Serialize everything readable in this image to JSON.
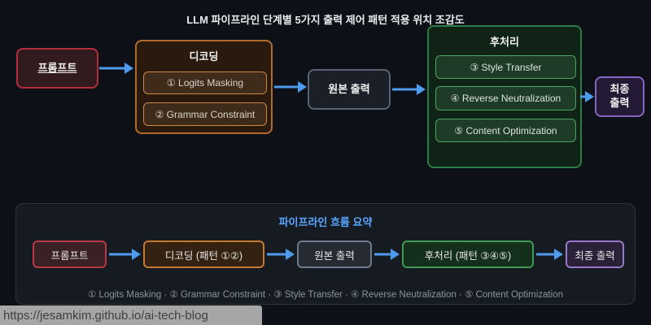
{
  "title": "LLM 파이프라인 단계별 5가지 출력 제어 패턴 적용 위치 조감도",
  "diagram": {
    "prompt": {
      "label": "프롬프트"
    },
    "decoding": {
      "title": "디코딩",
      "items": [
        {
          "label": "① Logits Masking"
        },
        {
          "label": "② Grammar Constraint"
        }
      ]
    },
    "raw_output": {
      "label": "원본 출력"
    },
    "postprocess": {
      "title": "후처리",
      "items": [
        {
          "label": "③ Style Transfer"
        },
        {
          "label": "④ Reverse Neutralization"
        },
        {
          "label": "⑤ Content Optimization"
        }
      ]
    },
    "final_output": {
      "line1": "최종",
      "line2": "출력"
    }
  },
  "summary": {
    "title": "파이프라인 흐름 요약",
    "steps": [
      "프롬프트",
      "디코딩 (패턴 ①②)",
      "원본 출력",
      "후처리 (패턴 ③④⑤)",
      "최종 출력"
    ],
    "legend": "① Logits Masking · ② Grammar Constraint · ③ Style Transfer · ④ Reverse Neutralization · ⑤ Content Optimization"
  },
  "statusbar": {
    "url": "https://jesamkim.github.io/ai-tech-blog"
  },
  "colors": {
    "background": "#0d1117",
    "arrow_blue": "#4e9bee",
    "summary_title_blue": "#58a6ff",
    "prompt_border_red": "#b22e3c",
    "decoding_border_orange": "#b06b2a",
    "raw_border_gray": "#596273",
    "postprocess_border_green": "#2e7d44",
    "final_border_purple": "#8565c5",
    "legend_gray": "#8b949e",
    "statusbar_gray": "#a6a6a6"
  }
}
